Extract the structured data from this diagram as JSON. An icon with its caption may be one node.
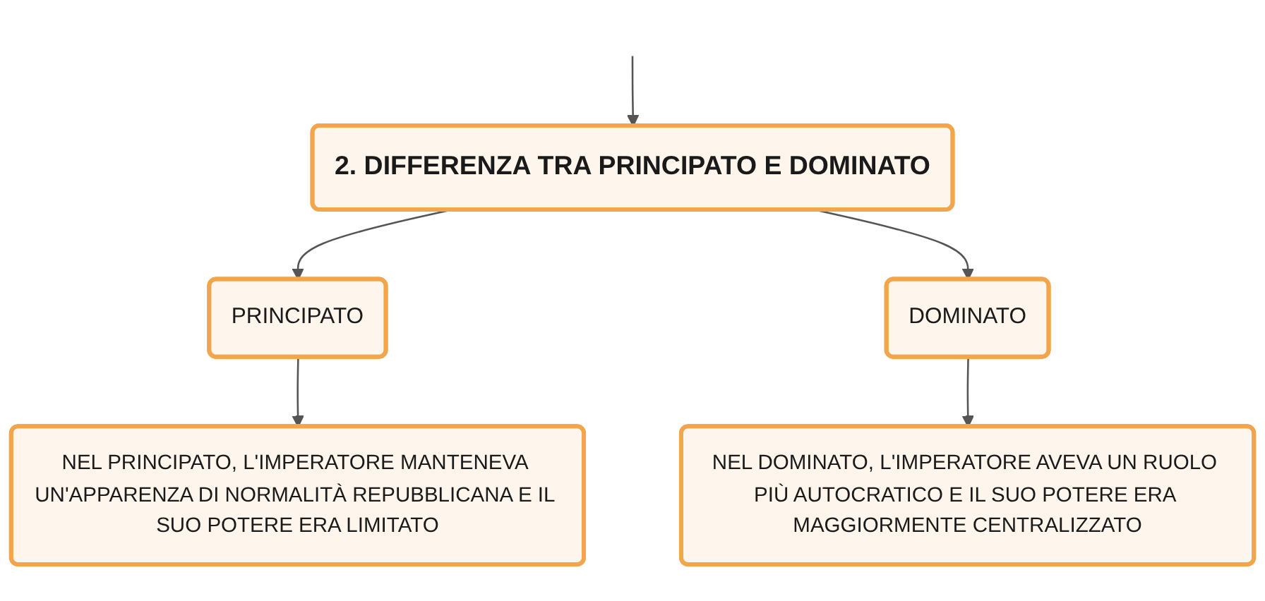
{
  "diagram": {
    "nodes": [
      {
        "text": [
          "2. DIFFERENZA TRA PRINCIPATO E DOMINATO"
        ]
      },
      {
        "text": [
          "PRINCIPATO"
        ]
      },
      {
        "text": [
          "DOMINATO"
        ]
      },
      {
        "text": [
          "NEL PRINCIPATO, L'IMPERATORE MANTENEVA UN'APPARENZA DI NORMALITÀ REPUBBLICANA E IL SUO POTERE ERA LIMITATO"
        ]
      },
      {
        "text": [
          "NEL DOMINATO, L'IMPERATORE AVEVA UN RUOLO PIÙ AUTOCRATICO E IL SUO POTERE ERA MAGGIORMENTE CENTRALIZZATO"
        ]
      }
    ],
    "edges": [
      {
        "from": null,
        "to": 0,
        "arrow": "to"
      },
      {
        "from": 0,
        "to": 1,
        "arrow": "to"
      },
      {
        "from": 0,
        "to": 2,
        "arrow": "to"
      },
      {
        "from": 1,
        "to": 3,
        "arrow": "to"
      },
      {
        "from": 2,
        "to": 4,
        "arrow": "to"
      }
    ]
  }
}
